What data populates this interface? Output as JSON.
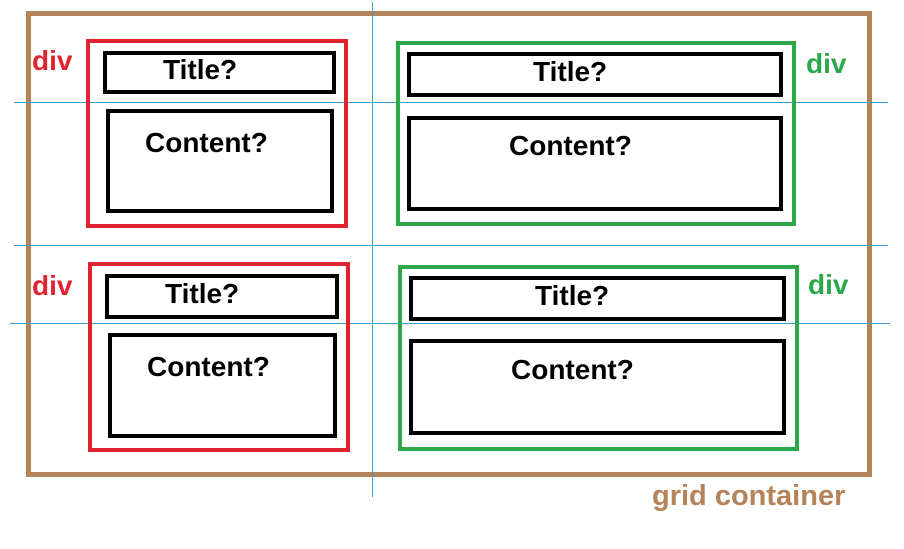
{
  "labels": {
    "div": "div",
    "title": "Title?",
    "content": "Content?",
    "grid_container": "grid container"
  },
  "colors": {
    "container": "#b5835a",
    "red_div": "#e0242f",
    "green_div": "#2ba84a",
    "guide_line": "#3aa0d0",
    "inner_box": "#000000"
  }
}
